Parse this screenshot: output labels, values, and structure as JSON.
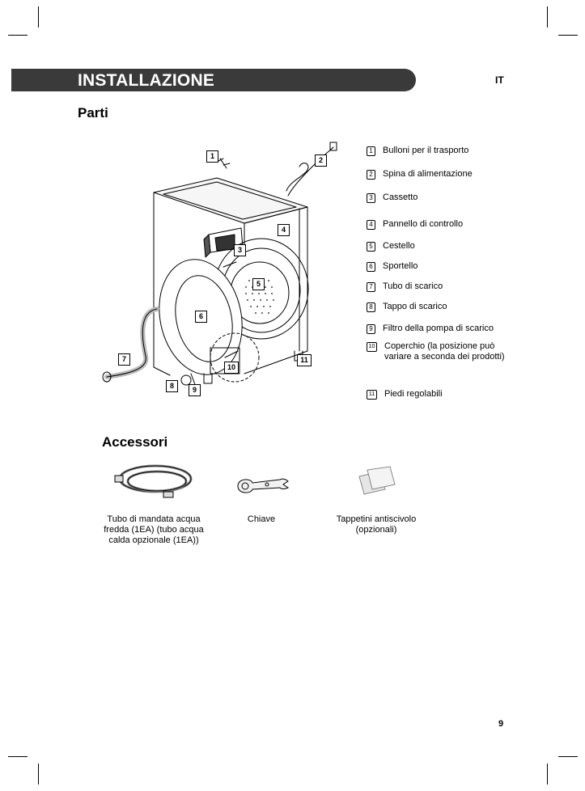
{
  "header": {
    "title": "INSTALLAZIONE",
    "language": "IT"
  },
  "parts": {
    "title": "Parti",
    "items": [
      {
        "num": "1",
        "label": "Bulloni per il trasporto"
      },
      {
        "num": "2",
        "label": "Spina di alimentazione"
      },
      {
        "num": "3",
        "label": "Cassetto"
      },
      {
        "num": "4",
        "label": "Pannello di controllo"
      },
      {
        "num": "5",
        "label": "Cestello"
      },
      {
        "num": "6",
        "label": "Sportello"
      },
      {
        "num": "7",
        "label": "Tubo di scarico"
      },
      {
        "num": "8",
        "label": "Tappo di scarico"
      },
      {
        "num": "9",
        "label": "Filtro della pompa di scarico"
      },
      {
        "num": "10",
        "label": "Coperchio (la posizione può variare a seconda dei prodotti)"
      },
      {
        "num": "11",
        "label": "Piedi regolabili"
      }
    ]
  },
  "accessories": {
    "title": "Accessori",
    "items": [
      {
        "label": "Tubo di mandata acqua fredda (1EA) (tubo acqua calda opzionale (1EA))",
        "icon": "water-hose-icon"
      },
      {
        "label": "Chiave",
        "icon": "wrench-icon"
      },
      {
        "label": "Tappetini antiscivolo (opzionali)",
        "icon": "anti-slip-pads-icon"
      }
    ]
  },
  "page_number": "9"
}
